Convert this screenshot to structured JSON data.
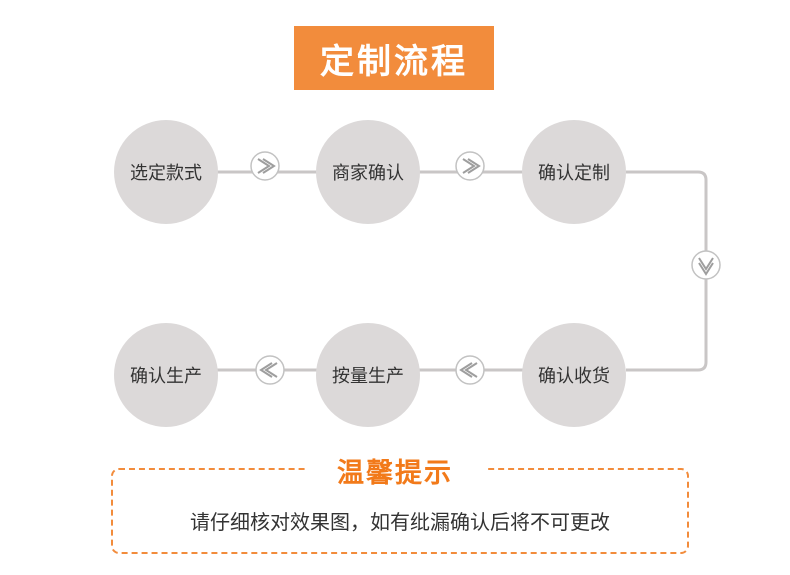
{
  "title": "定制流程",
  "steps": [
    {
      "label": "选定款式"
    },
    {
      "label": "商家确认"
    },
    {
      "label": "确认定制"
    },
    {
      "label": "确认收货"
    },
    {
      "label": "按量生产"
    },
    {
      "label": "确认生产"
    }
  ],
  "notice": {
    "title": "温馨提示",
    "text": "请仔细核对效果图，如有纰漏确认后将不可更改"
  },
  "colors": {
    "accent": "#f28c3c",
    "circle": "#dcd9d9",
    "line": "#c9c6c6",
    "arrow": "#9e9e9e"
  }
}
